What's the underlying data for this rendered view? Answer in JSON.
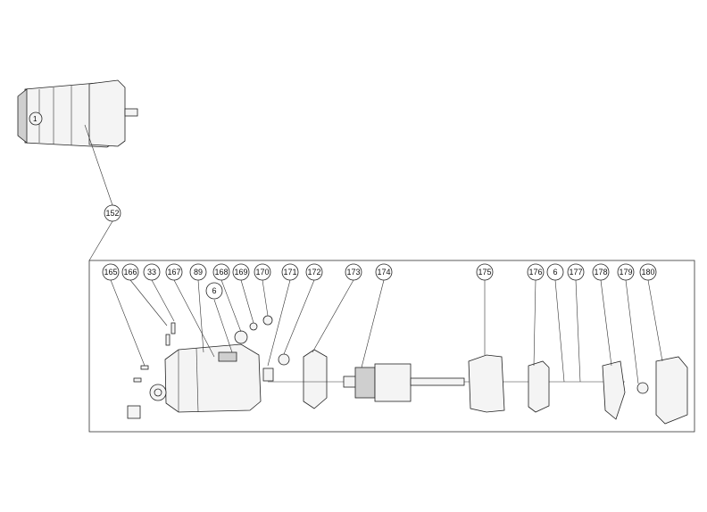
{
  "callouts": [
    {
      "id": "c152",
      "label": "152"
    },
    {
      "id": "c165",
      "label": "165"
    },
    {
      "id": "c166",
      "label": "166"
    },
    {
      "id": "c33",
      "label": "33"
    },
    {
      "id": "c167",
      "label": "167"
    },
    {
      "id": "c89",
      "label": "89"
    },
    {
      "id": "c168",
      "label": "168"
    },
    {
      "id": "c169",
      "label": "169"
    },
    {
      "id": "c170",
      "label": "170"
    },
    {
      "id": "c171",
      "label": "171"
    },
    {
      "id": "c172",
      "label": "172"
    },
    {
      "id": "c173",
      "label": "173"
    },
    {
      "id": "c174",
      "label": "174"
    },
    {
      "id": "c175",
      "label": "175"
    },
    {
      "id": "c176",
      "label": "176"
    },
    {
      "id": "c6a",
      "label": "6"
    },
    {
      "id": "c177",
      "label": "177"
    },
    {
      "id": "c178",
      "label": "178"
    },
    {
      "id": "c179",
      "label": "179"
    },
    {
      "id": "c180",
      "label": "180"
    },
    {
      "id": "c6b",
      "label": "6"
    }
  ]
}
